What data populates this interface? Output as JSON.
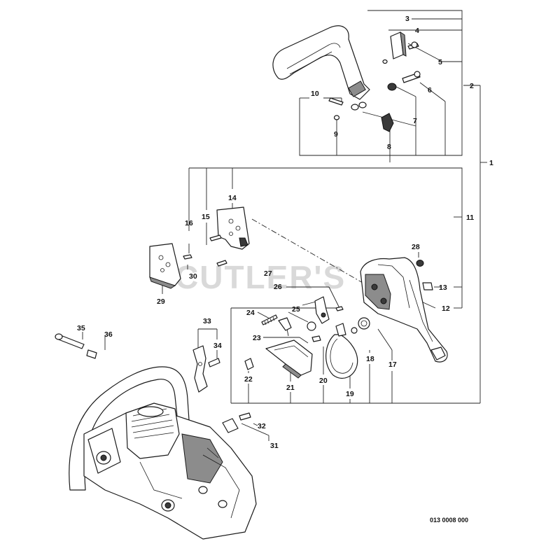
{
  "watermark": "CUTLER'S",
  "drawing_code": "013 0008 000",
  "callouts": {
    "c1": "1",
    "c2": "2",
    "c3": "3",
    "c4": "4",
    "c5": "5",
    "c6": "6",
    "c7": "7",
    "c8": "8",
    "c9": "9",
    "c10": "10",
    "c11": "11",
    "c12": "12",
    "c13": "13",
    "c14": "14",
    "c15": "15",
    "c16": "16",
    "c17": "17",
    "c18": "18",
    "c19": "19",
    "c20": "20",
    "c21": "21",
    "c22": "22",
    "c23": "23",
    "c24": "24",
    "c25": "25",
    "c26": "26",
    "c27": "27",
    "c28": "28",
    "c29": "29",
    "c30": "30",
    "c31": "31",
    "c32": "32",
    "c33": "33",
    "c34": "34",
    "c35": "35",
    "c36": "36"
  },
  "colors": {
    "ink": "#111111",
    "watermark": "#d9d9d9",
    "shade": "#8c8c8c"
  }
}
